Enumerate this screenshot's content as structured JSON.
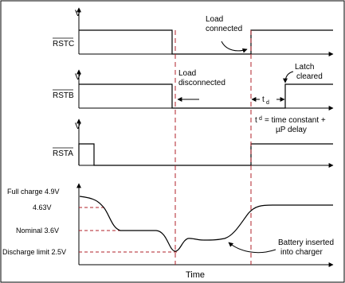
{
  "axis_symbol": "V",
  "signals": [
    {
      "label": "RSTC"
    },
    {
      "label": "RSTB"
    },
    {
      "label": "RSTA"
    }
  ],
  "annotations": {
    "load_connected": [
      "Load",
      "connected"
    ],
    "load_disconnected": [
      "Load",
      "disconnected"
    ],
    "latch_cleared": [
      "Latch",
      "cleared"
    ],
    "td_symbol": "t",
    "td_subscript": "d",
    "td_definition_line1": "= time constant +",
    "td_definition_line2": "µP delay",
    "battery_inserted": [
      "Battery inserted",
      "into charger"
    ]
  },
  "voltage_levels": [
    {
      "label": "Full charge 4.9V",
      "value": 4.9
    },
    {
      "label": "4.63V",
      "value": 4.63
    },
    {
      "label": "Nominal 3.6V",
      "value": 3.6
    },
    {
      "label": "Discharge limit 2.5V",
      "value": 2.5
    }
  ],
  "time_axis_label": "Time",
  "colors": {
    "line": "#000000",
    "dashed": "#b0202a",
    "border": "#000000",
    "background": "#ffffff"
  }
}
